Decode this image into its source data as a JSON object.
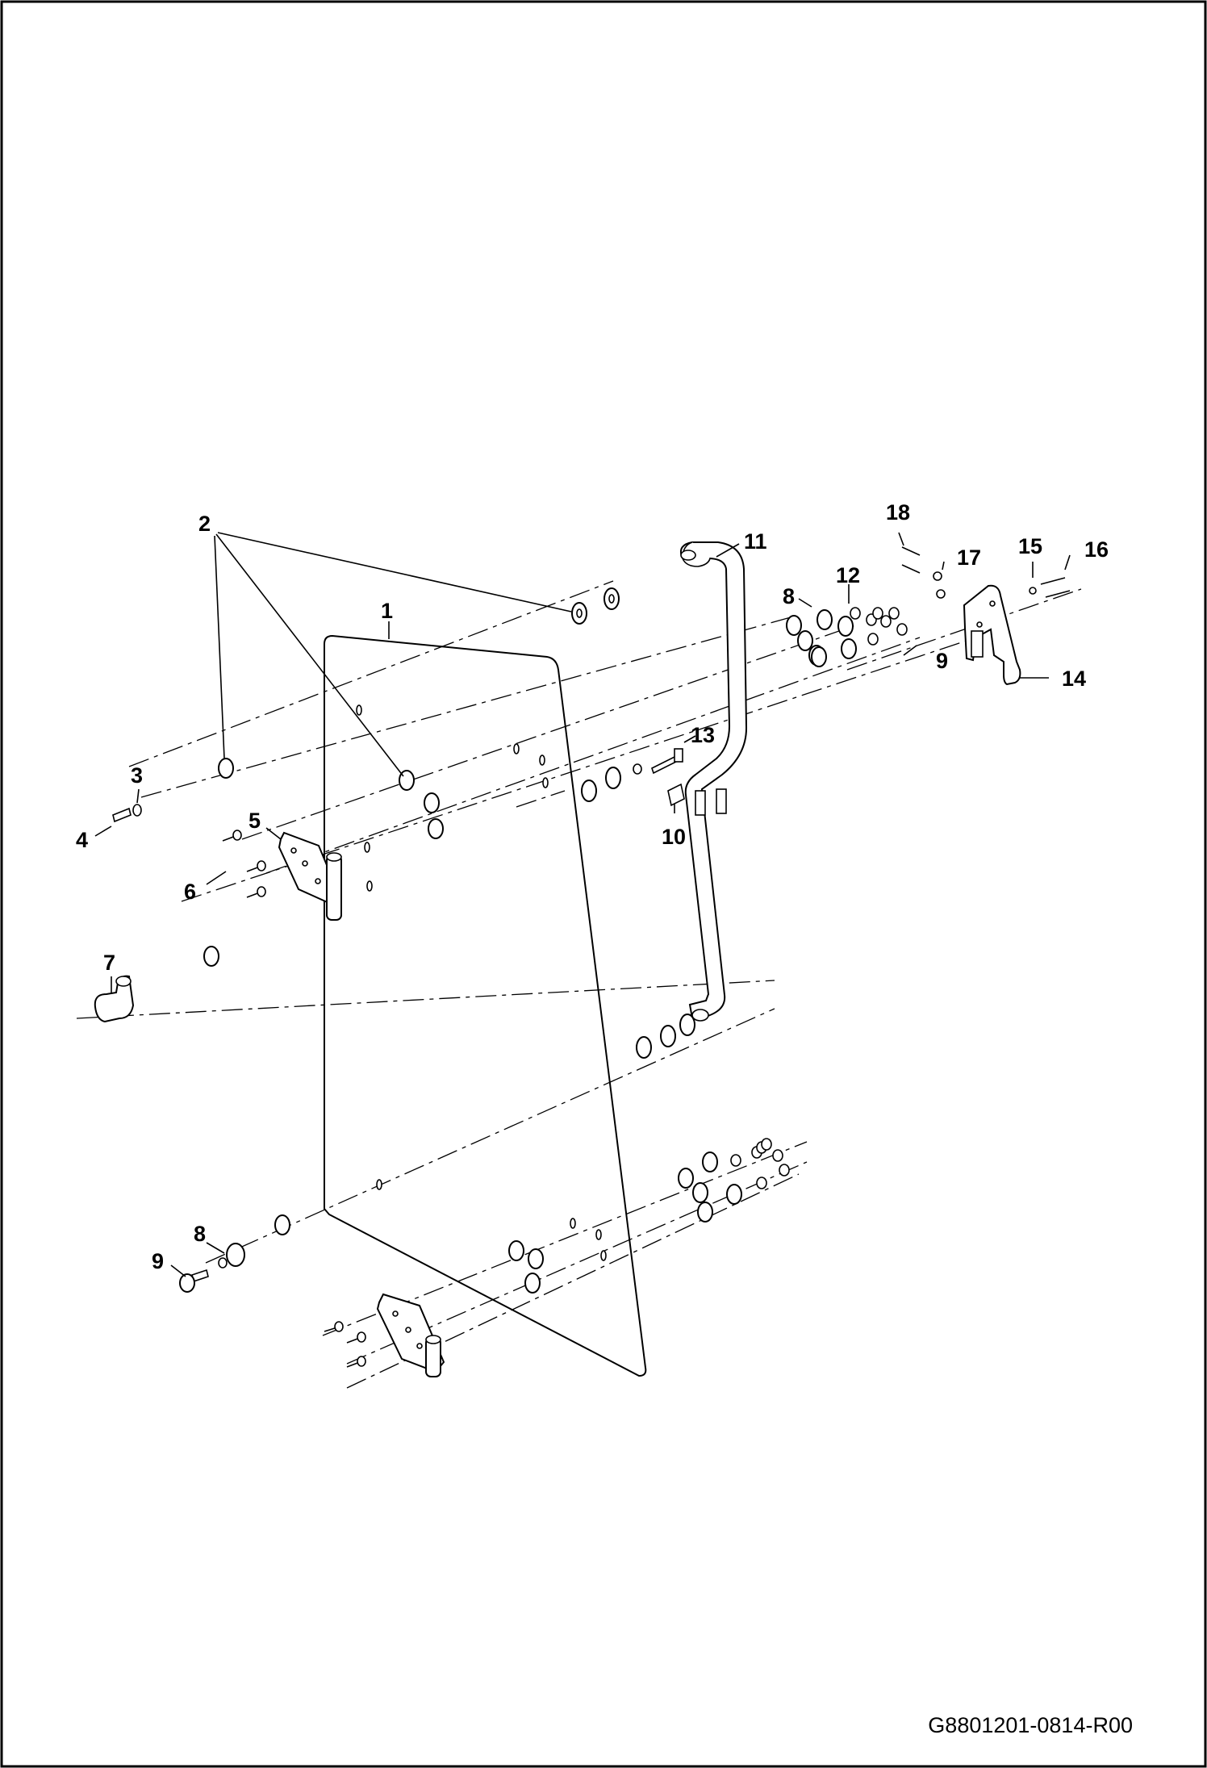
{
  "drawing_code": "G8801201-0814-R00",
  "callouts": [
    {
      "id": "c1",
      "label": "1"
    },
    {
      "id": "c2",
      "label": "2"
    },
    {
      "id": "c3",
      "label": "3"
    },
    {
      "id": "c4",
      "label": "4"
    },
    {
      "id": "c5",
      "label": "5"
    },
    {
      "id": "c6",
      "label": "6"
    },
    {
      "id": "c7",
      "label": "7"
    },
    {
      "id": "c8a",
      "label": "8"
    },
    {
      "id": "c8b",
      "label": "8"
    },
    {
      "id": "c9a",
      "label": "9"
    },
    {
      "id": "c9b",
      "label": "9"
    },
    {
      "id": "c10",
      "label": "10"
    },
    {
      "id": "c11",
      "label": "11"
    },
    {
      "id": "c12",
      "label": "12"
    },
    {
      "id": "c13",
      "label": "13"
    },
    {
      "id": "c14",
      "label": "14"
    },
    {
      "id": "c15",
      "label": "15"
    },
    {
      "id": "c16",
      "label": "16"
    },
    {
      "id": "c17",
      "label": "17"
    },
    {
      "id": "c18",
      "label": "18"
    }
  ]
}
